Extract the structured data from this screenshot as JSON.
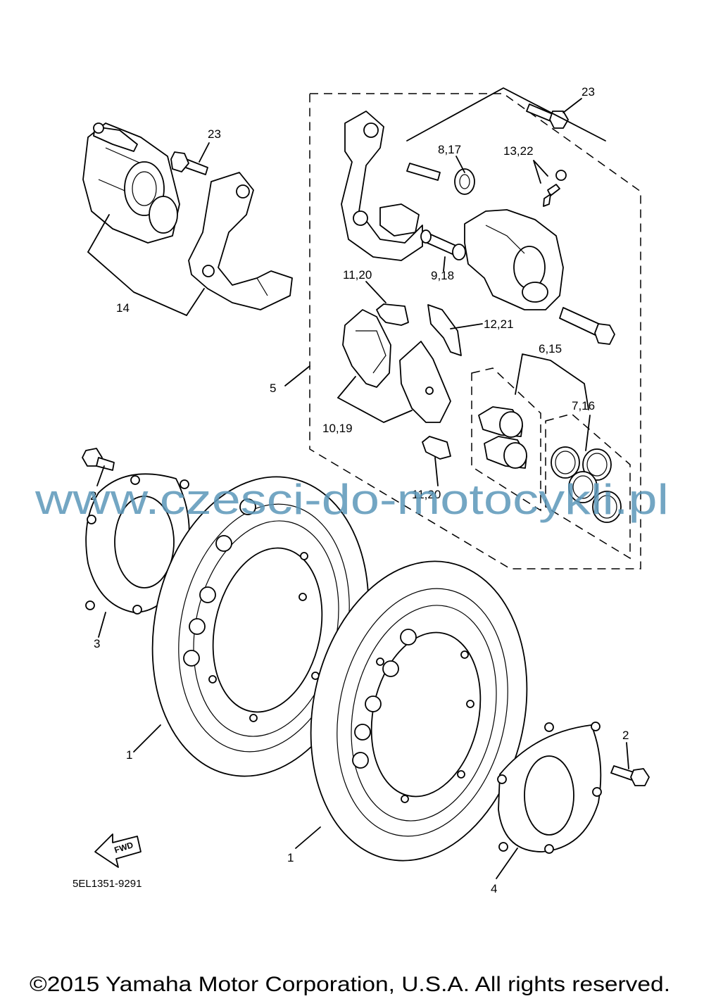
{
  "callouts": [
    {
      "id": "c23a",
      "text": "23"
    },
    {
      "id": "c23b",
      "text": "23"
    },
    {
      "id": "c817",
      "text": "8,17"
    },
    {
      "id": "c1322",
      "text": "13,22"
    },
    {
      "id": "c918",
      "text": "9,18"
    },
    {
      "id": "c1120a",
      "text": "11,20"
    },
    {
      "id": "c1221",
      "text": "12,21"
    },
    {
      "id": "c14",
      "text": "14"
    },
    {
      "id": "c615",
      "text": "6,15"
    },
    {
      "id": "c5",
      "text": "5"
    },
    {
      "id": "c716",
      "text": "7,16"
    },
    {
      "id": "c1019",
      "text": "10,19"
    },
    {
      "id": "c2a",
      "text": "2"
    },
    {
      "id": "c1120b",
      "text": "11,20"
    },
    {
      "id": "c3",
      "text": "3"
    },
    {
      "id": "c1a",
      "text": "1"
    },
    {
      "id": "c2b",
      "text": "2"
    },
    {
      "id": "c1b",
      "text": "1"
    },
    {
      "id": "c4",
      "text": "4"
    }
  ],
  "fwd_label": "FWD",
  "diagram_code": "5EL1351-9291",
  "watermark": "www.czesci-do-motocykli.pl",
  "copyright": "©2015 Yamaha Motor Corporation, U.S.A. All rights reserved."
}
